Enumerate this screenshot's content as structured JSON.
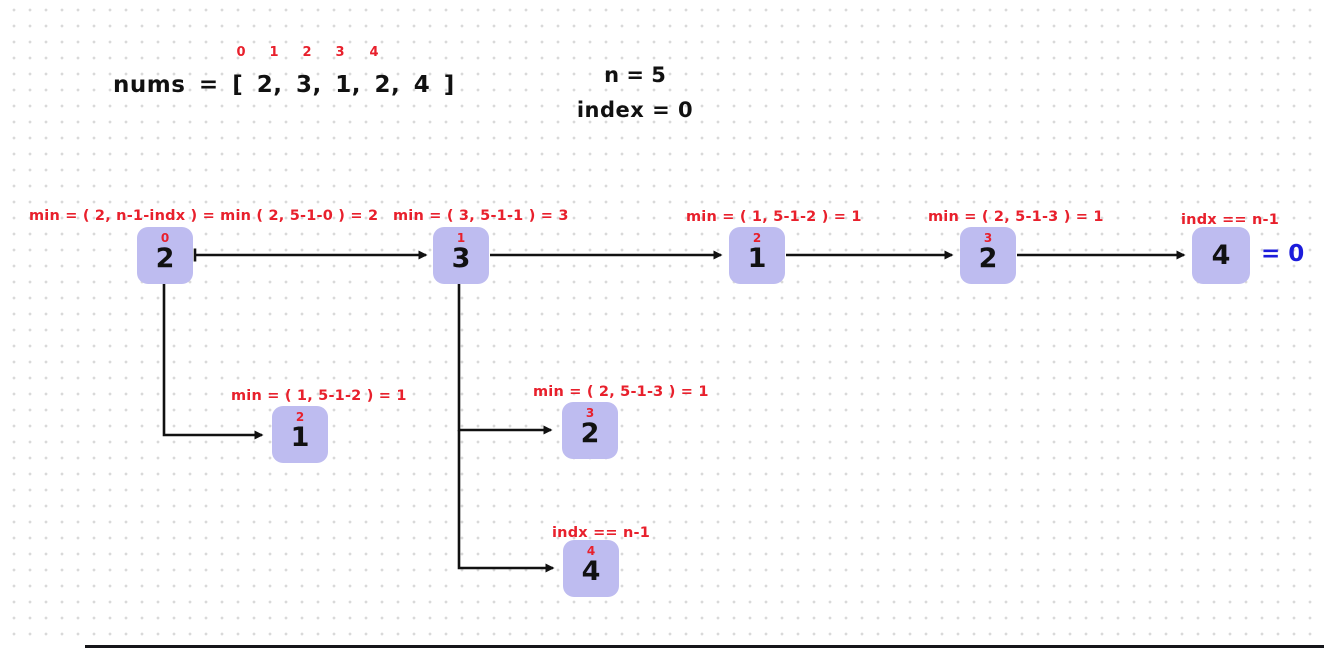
{
  "colors": {
    "box_fill": "#bebcf0",
    "annotation_red": "#e8202c",
    "result_blue": "#1c1cdb",
    "arrow_black": "#111111",
    "grid_dot": "#d9d9d9"
  },
  "array_header": {
    "label": "nums = [ 2, 3, 1, 2, 4 ]",
    "indices": [
      "0",
      "1",
      "2",
      "3",
      "4"
    ]
  },
  "variables": {
    "n": "n = 5",
    "index": "index = 0"
  },
  "result_label": "= 0",
  "nodes": [
    {
      "value": "2",
      "index": "0",
      "annotation": "min = ( 2, n-1-indx ) = min ( 2, 5-1-0 ) = 2"
    },
    {
      "value": "3",
      "index": "1",
      "annotation": "min = ( 3, 5-1-1 ) = 3"
    },
    {
      "value": "1",
      "index": "2",
      "annotation": "min = ( 1, 5-1-2 ) = 1"
    },
    {
      "value": "2",
      "index": "3",
      "annotation": "min = ( 2, 5-1-3 ) = 1"
    },
    {
      "value": "4",
      "index": "",
      "annotation": "indx == n-1"
    },
    {
      "value": "1",
      "index": "2",
      "annotation": "min = ( 1, 5-1-2 ) = 1"
    },
    {
      "value": "2",
      "index": "3",
      "annotation": "min = ( 2, 5-1-3 ) = 1"
    },
    {
      "value": "4",
      "index": "4",
      "annotation": "indx == n-1"
    }
  ]
}
